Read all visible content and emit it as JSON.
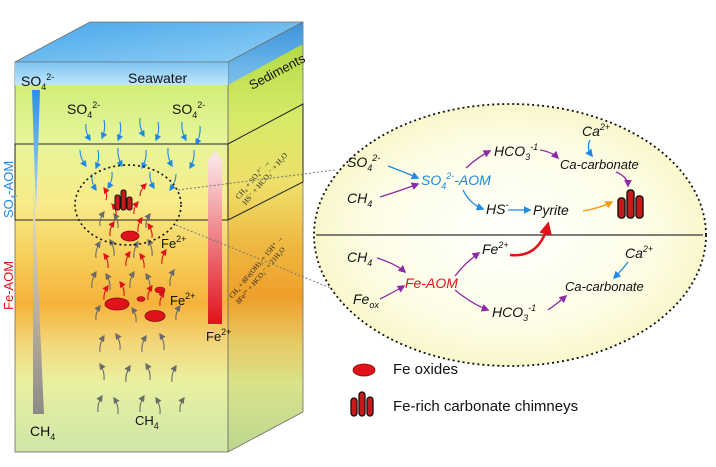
{
  "block": {
    "seawater": "Seawater",
    "sediments": "Sediments",
    "so4_left": {
      "base": "SO",
      "sub": "4",
      "sup": "2-"
    },
    "so4_mid1": {
      "base": "SO",
      "sub": "4",
      "sup": "2-"
    },
    "so4_mid2": {
      "base": "SO",
      "sub": "4",
      "sup": "2-"
    },
    "fe2_upper": {
      "base": "Fe",
      "sup": "2+"
    },
    "fe2_lower": {
      "base": "Fe",
      "sup": "2+"
    },
    "fe2_column": {
      "base": "Fe",
      "sup": "2+"
    },
    "ch4_column": {
      "base": "CH",
      "sub": "4"
    },
    "ch4_bottom": {
      "base": "CH",
      "sub": "4"
    },
    "so4_aom_side": {
      "base": "SO",
      "sub": "4",
      "tail": "-AOM"
    },
    "fe_aom_side": "Fe-AOM",
    "eq_sulfate": [
      "CH₄ + SO₄²⁻ →",
      "HS⁻ + HCO₃⁻ + H₂O"
    ],
    "eq_iron": [
      "CH₄ + 8Fe(OH)₃ + 15H⁺ →",
      "8Fe²⁺ + HCO₃⁻ + 21H₂O"
    ]
  },
  "ellipse": {
    "top": {
      "so4": {
        "base": "SO",
        "sub": "4",
        "sup": "2-"
      },
      "ch4": {
        "base": "CH",
        "sub": "4"
      },
      "so4_aom": {
        "base": "SO",
        "sub": "4",
        "sup": "2-",
        "tail": "-AOM"
      },
      "hco3": {
        "base": "HCO",
        "sub": "3",
        "sup": "-1"
      },
      "ca": {
        "base": "Ca",
        "sup": "2+"
      },
      "ca_carbonate": "Ca-carbonate",
      "hs": {
        "base": "HS",
        "sup": "-"
      },
      "pyrite": "Pyrite"
    },
    "bottom": {
      "ch4": {
        "base": "CH",
        "sub": "4"
      },
      "fe2": {
        "base": "Fe",
        "sup": "2+"
      },
      "fe_aom": "Fe-AOM",
      "feox": {
        "base": "Fe",
        "sub": "ox"
      },
      "hco3": {
        "base": "HCO",
        "sub": "3",
        "sup": "-1"
      },
      "ca": {
        "base": "Ca",
        "sup": "2+"
      },
      "ca_carbonate": "Ca-carbonate"
    }
  },
  "legend": {
    "fe_oxides": "Fe oxides",
    "chimneys": "Fe-rich carbonate chimneys"
  },
  "colors": {
    "sulfate_blue": "#1e88e5",
    "iron_red": "#e0121b",
    "arrow_purple": "#8e2aa6",
    "arrow_orange": "#f39c12",
    "arrow_grey": "#6b6b6b"
  }
}
